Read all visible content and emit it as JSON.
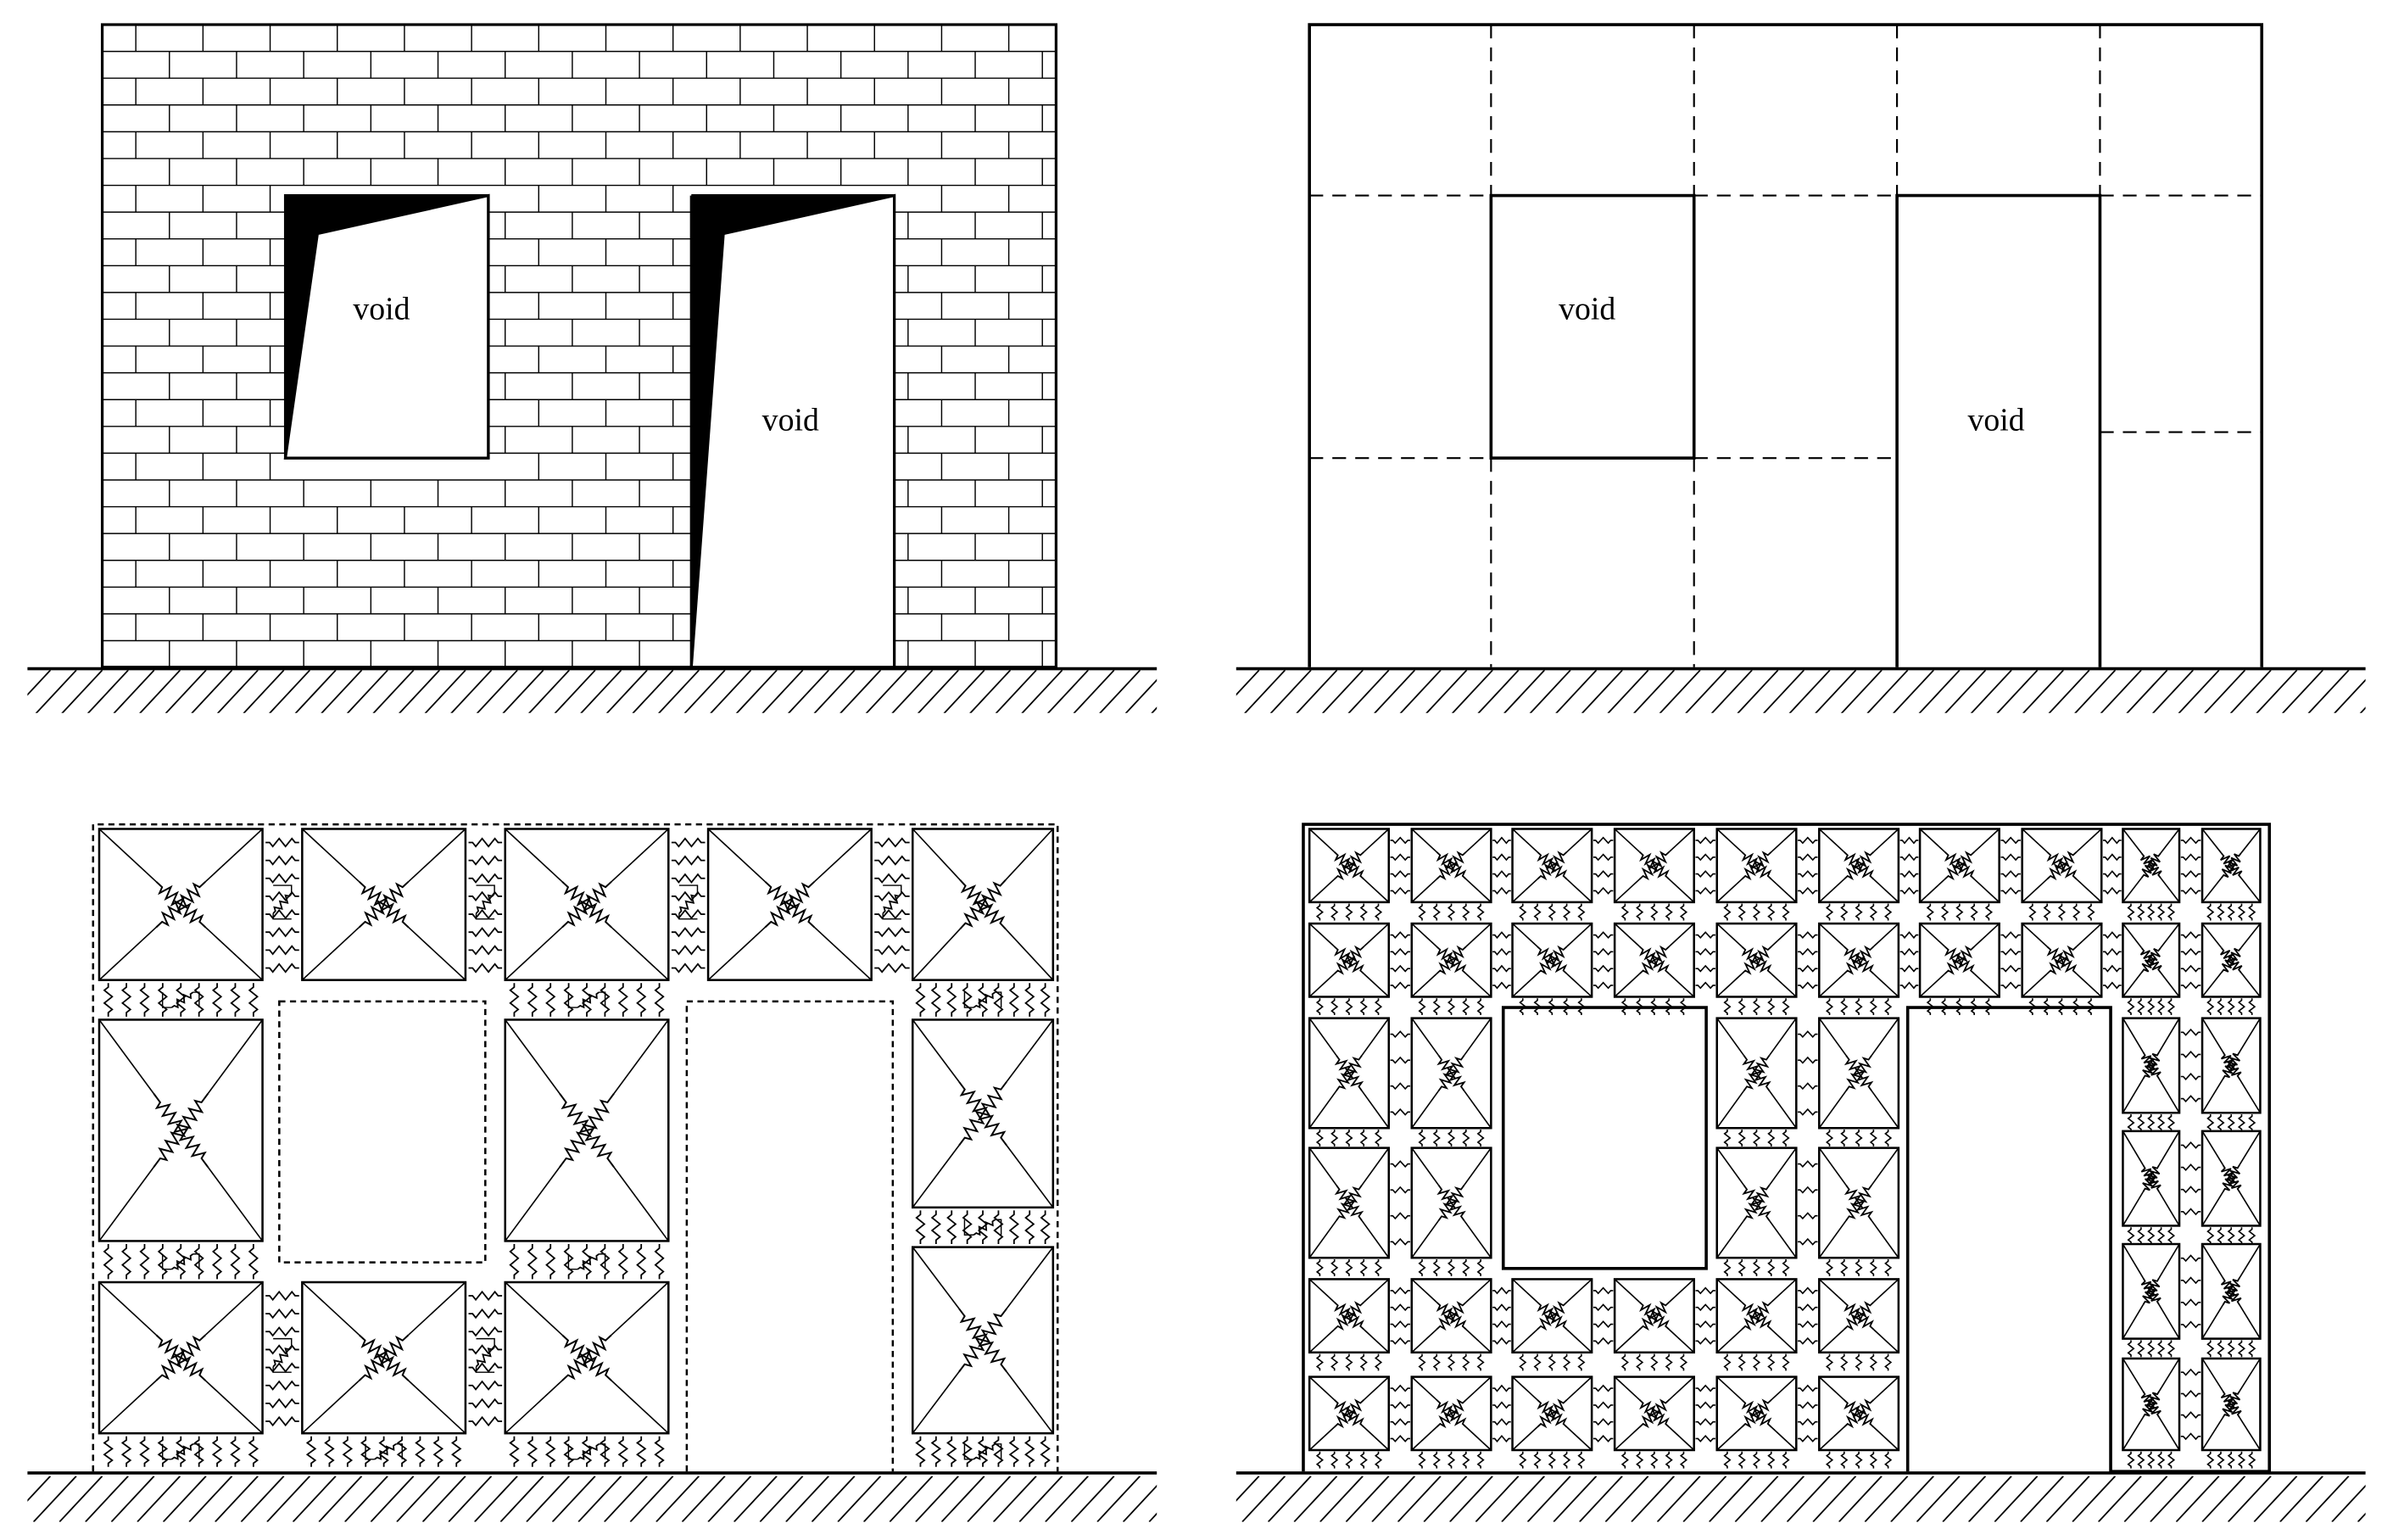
{
  "panels": [
    {
      "id": "brick-wall-panel",
      "labels": [
        "void",
        "void"
      ]
    },
    {
      "id": "macro-panel-layout",
      "labels": [
        "void",
        "void"
      ]
    },
    {
      "id": "coarse-spring-element-model",
      "labels": []
    },
    {
      "id": "fine-spring-element-model",
      "labels": []
    }
  ],
  "colors": {
    "line": "#000000",
    "background": "#ffffff"
  }
}
